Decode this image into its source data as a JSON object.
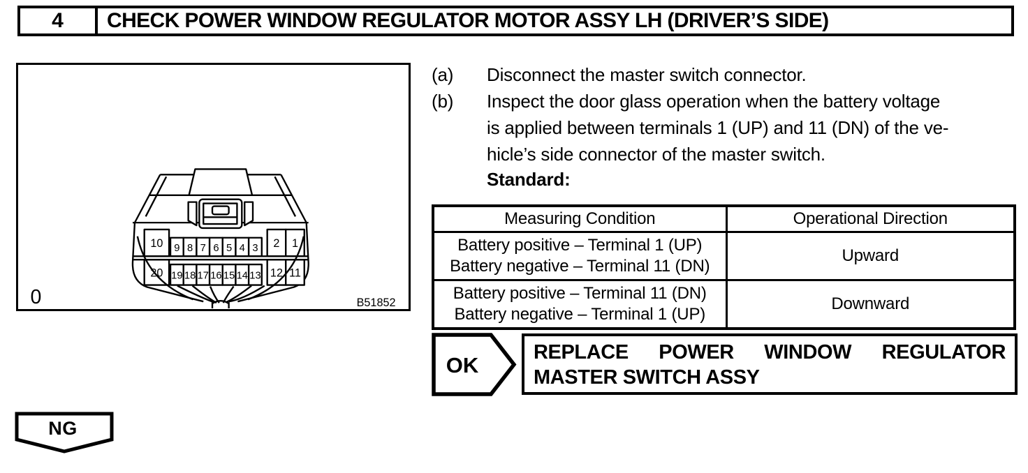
{
  "header": {
    "step_number": "4",
    "title": "CHECK POWER WINDOW REGULATOR MOTOR ASSY LH (DRIVER’S SIDE)"
  },
  "figure": {
    "corner_label": "0",
    "figure_code": "B51852",
    "connector": {
      "row1_terminals": [
        "10",
        "9",
        "8",
        "7",
        "6",
        "5",
        "4",
        "3",
        "2",
        "1"
      ],
      "row2_terminals": [
        "20",
        "19",
        "18",
        "17",
        "16",
        "15",
        "14",
        "13",
        "12",
        "11"
      ]
    }
  },
  "steps": [
    {
      "label": "(a)",
      "lines": [
        "Disconnect the master switch connector."
      ]
    },
    {
      "label": "(b)",
      "lines": [
        "Inspect the door glass operation when the battery voltage",
        "is applied between terminals 1 (UP) and 11 (DN) of the ve-",
        "hicle’s side connector of the master switch."
      ]
    }
  ],
  "standard_label": "Standard:",
  "table": {
    "headers": [
      "Measuring Condition",
      "Operational Direction"
    ],
    "rows": [
      {
        "condition_lines": [
          "Battery positive – Terminal 1 (UP)",
          "Battery negative – Terminal 11 (DN)"
        ],
        "direction": "Upward"
      },
      {
        "condition_lines": [
          "Battery positive – Terminal 11 (DN)",
          "Battery negative – Terminal 1 (UP)"
        ],
        "direction": "Downward"
      }
    ]
  },
  "ok_result": {
    "label": "OK",
    "action_lines": [
      "REPLACE POWER WINDOW REGULATOR",
      "MASTER SWITCH ASSY"
    ]
  },
  "ng_label": "NG"
}
